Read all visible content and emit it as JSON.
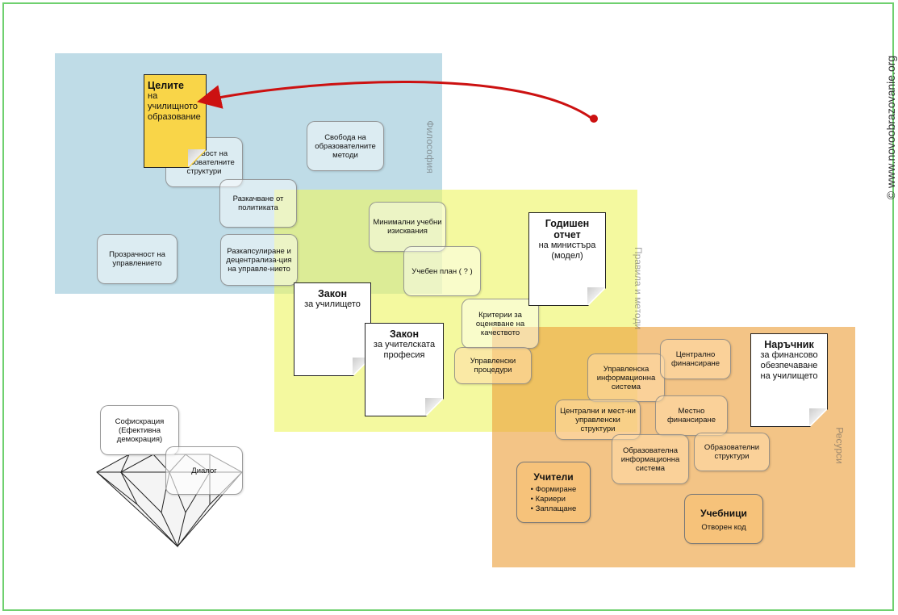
{
  "zones": {
    "philosophy_label": "Философия",
    "methods_label": "Правила и методи",
    "resources_label": "Ресурси"
  },
  "notes": {
    "goals": {
      "title": "Целите",
      "body": "на училищното образование"
    },
    "report": {
      "title": "Годишен отчет",
      "body": "на министъра (модел)"
    },
    "law_school": {
      "title": "Закон",
      "body": "за училището"
    },
    "law_teacher": {
      "title": "Закон",
      "body": "за учителската професия"
    },
    "handbook": {
      "title": "Наръчник",
      "body": "за финансово обезпечаване на училището"
    }
  },
  "boxes": {
    "flexibility": "Гъвкавост на образователните структури",
    "freedom": "Свобода на образователните методи",
    "unhooking": "Разкачване от политиката",
    "transparency": "Прозрачност на управлението",
    "decentralization": "Разкапсулиране и децентрализа-ция на управле-нието",
    "minimal": "Минимални учебни изисквания",
    "curriculum": "Учебен план ( ? )",
    "criteria": "Критерии за оценяване на качеството",
    "procedures": "Управленски процедури",
    "info_system_mgmt": "Управленска информационна система",
    "central_fin": "Централно финансиране",
    "structures_central": "Централни и мест-ни управленски структури",
    "local_fin": "Местно финансиране",
    "edu_info_system": "Образователна информационна система",
    "edu_structures": "Образователни структури"
  },
  "teachers": {
    "title": "Учители",
    "items": [
      "Формиране",
      "Кариери",
      "Заплащане"
    ]
  },
  "textbooks": {
    "title": "Учебници",
    "body": "Отворен код"
  },
  "diamond": {
    "sophocracy": "Софискрация (Ефективна демокрация)",
    "dialogue": "Диалог"
  },
  "copyright": "© www.novoobrazovanie.org",
  "colors": {
    "philosophy": "#97c7d8",
    "methods": "#eef664",
    "resources": "#eca03c",
    "arrow": "#cc1111",
    "goals_note": "#f9d548"
  }
}
